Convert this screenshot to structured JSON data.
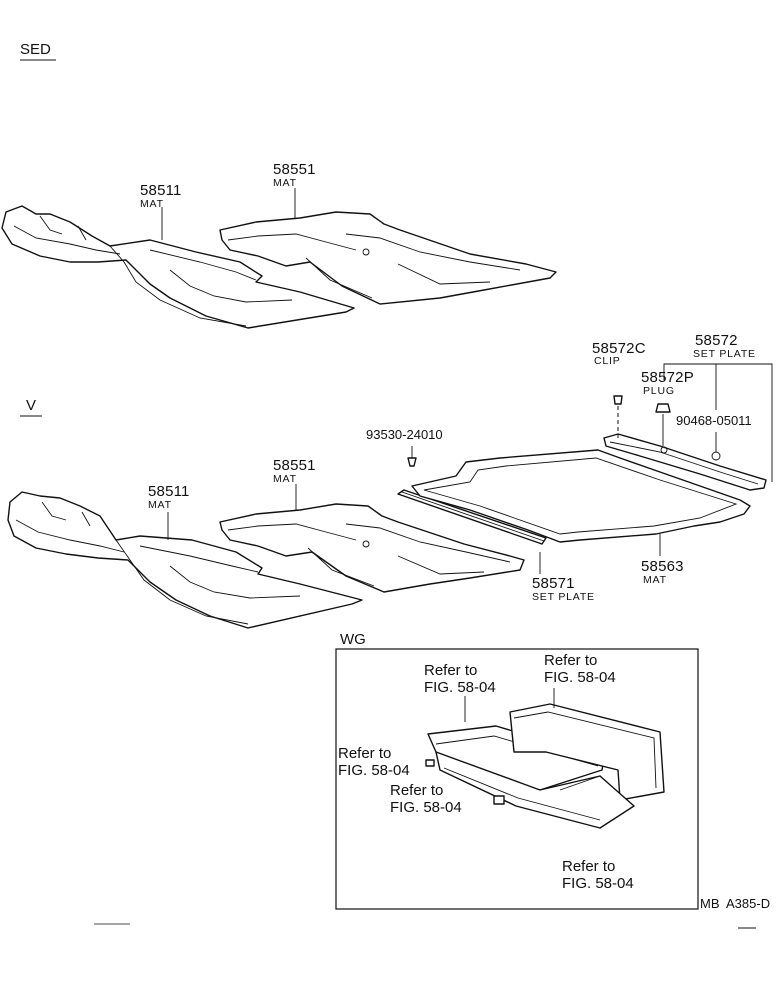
{
  "sections": {
    "sed": "SED",
    "v": "V",
    "wg": "WG"
  },
  "sed_labels": [
    {
      "number": "58511",
      "name": "MAT"
    },
    {
      "number": "58551",
      "name": "MAT"
    }
  ],
  "v_labels": {
    "front_mat": {
      "number": "58511",
      "name": "MAT"
    },
    "rear_mat": {
      "number": "58551",
      "name": "MAT"
    },
    "screw": {
      "number": "93530-24010"
    },
    "clip": {
      "number": "58572C",
      "name": "CLIP"
    },
    "set_plate_top": {
      "number": "58572",
      "name": "SET PLATE"
    },
    "plug": {
      "number": "58572P",
      "name": "PLUG"
    },
    "bolt": {
      "number": "90468-05011"
    },
    "set_plate_bottom": {
      "number": "58571",
      "name": "SET PLATE"
    },
    "cargo_mat": {
      "number": "58563",
      "name": "MAT"
    }
  },
  "wg_refs": [
    "Refer to\nFIG. 58-04",
    "Refer to\nFIG. 58-04",
    "Refer to\nFIG. 58-04",
    "Refer to\nFIG. 58-04",
    "Refer to\nFIG. 58-04"
  ],
  "diagram_code": "MB  A385-D"
}
